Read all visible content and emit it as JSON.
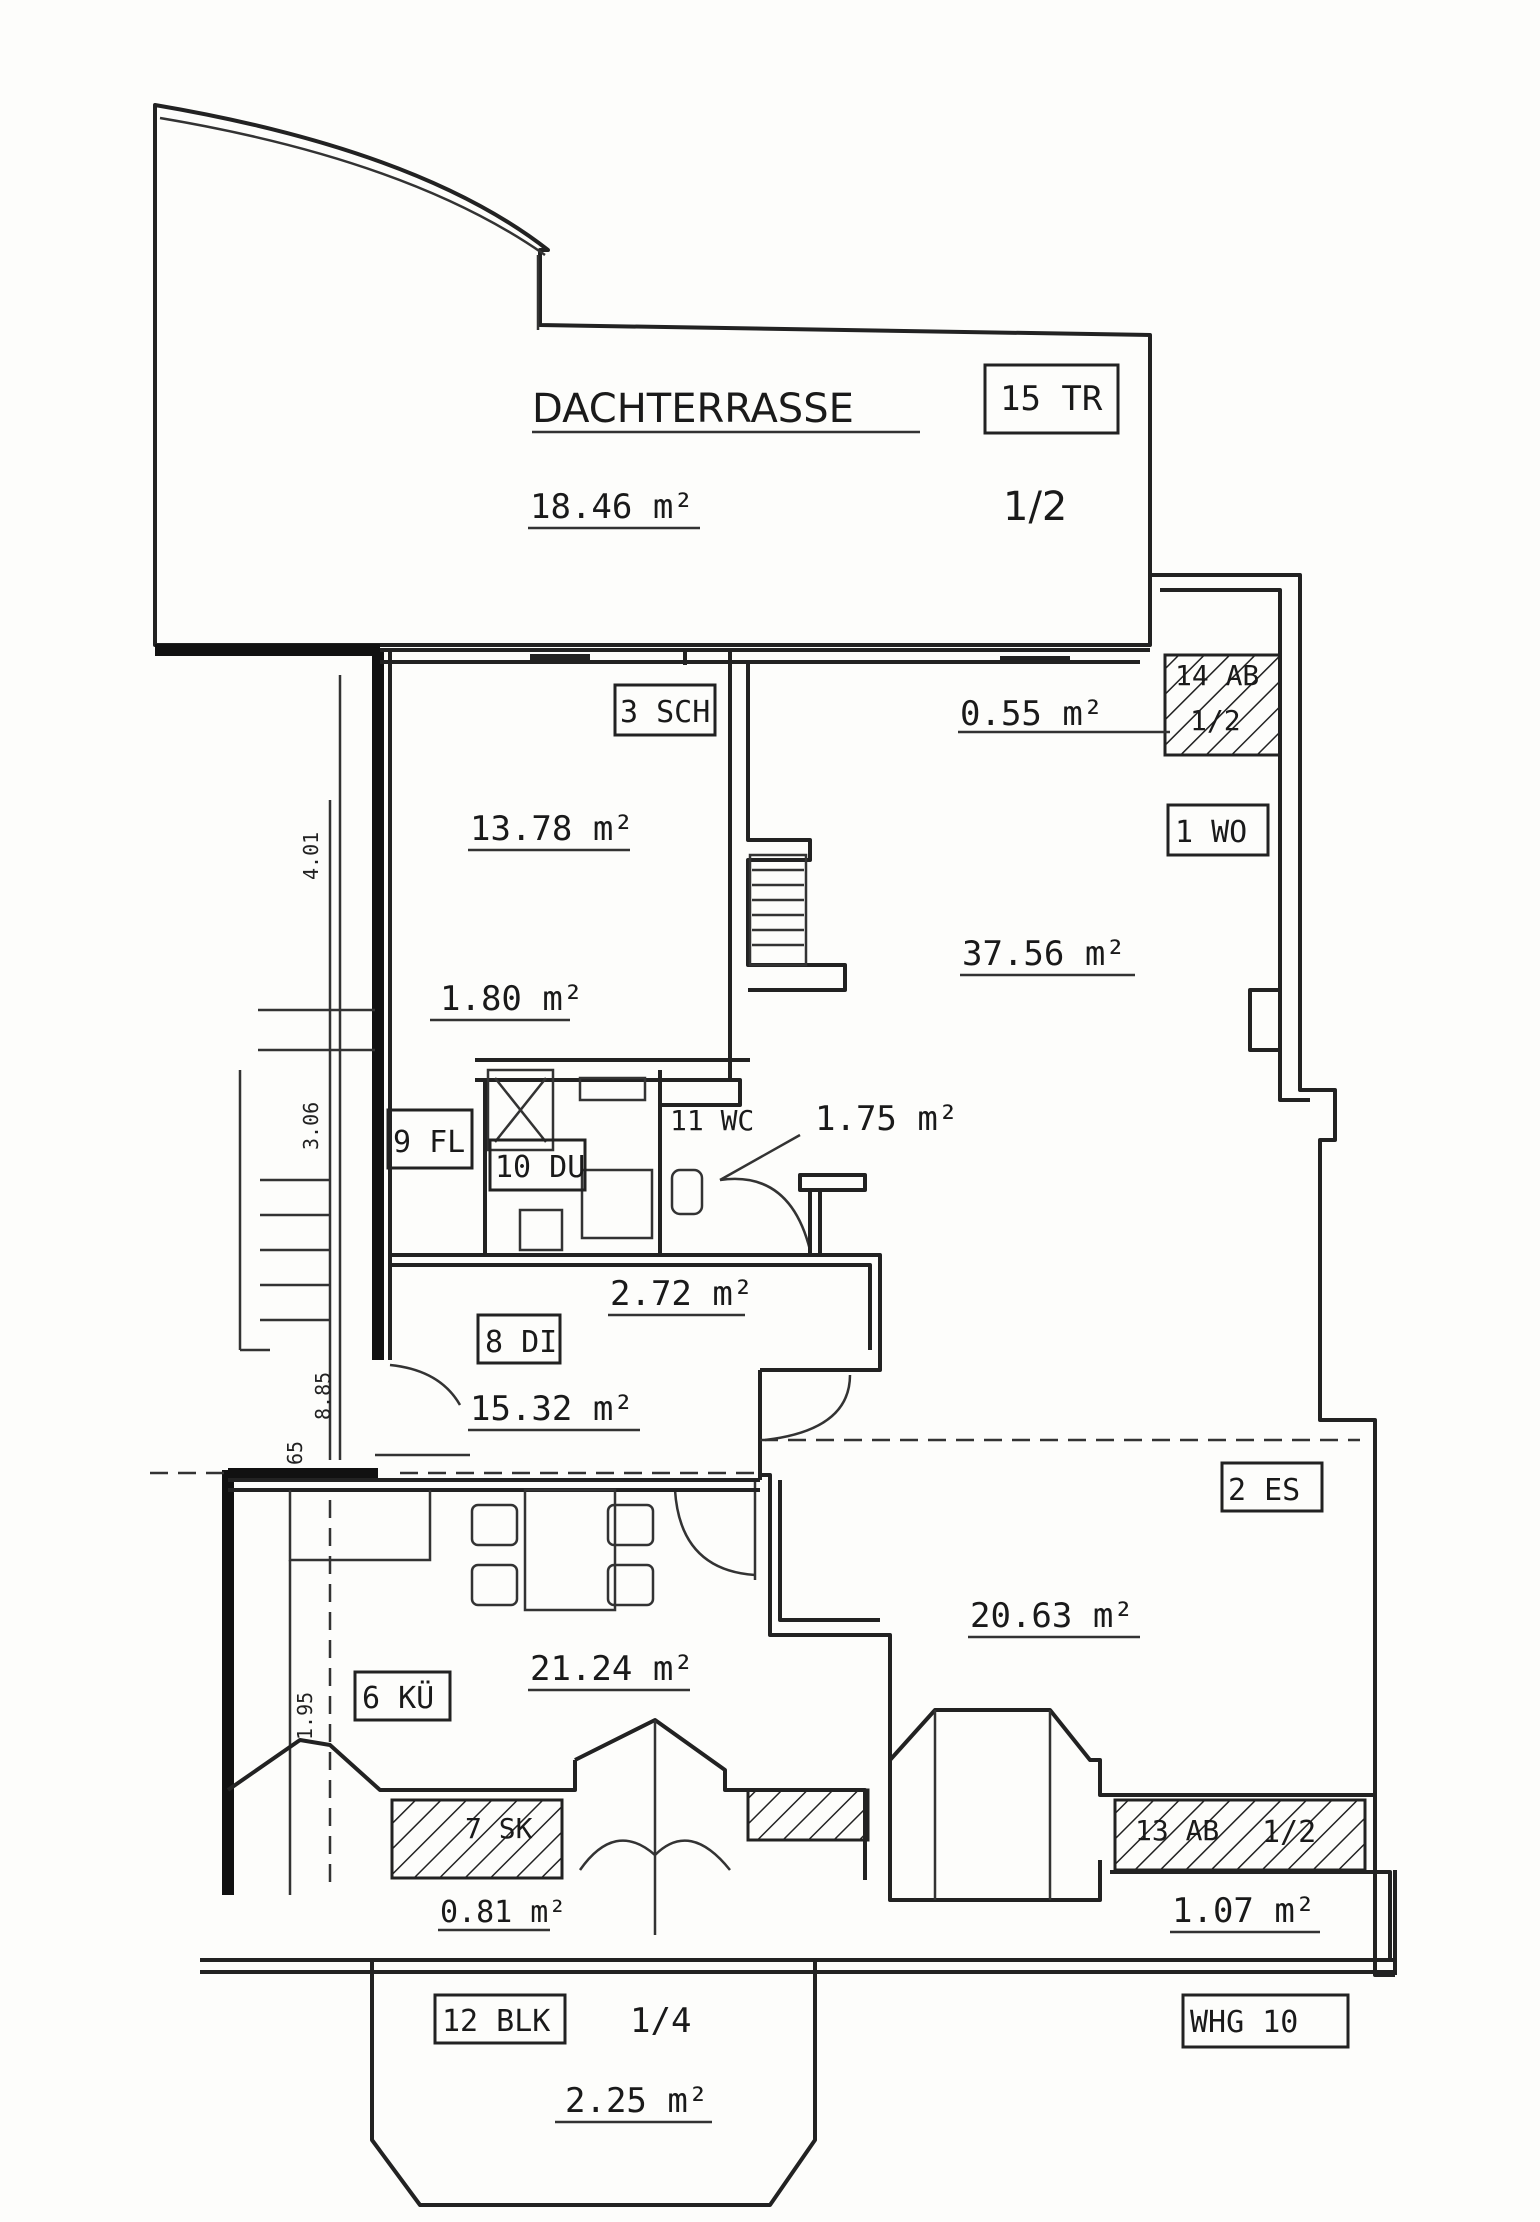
{
  "rooms": {
    "tr": {
      "tag": "15  TR",
      "name": "DACHTERRASSE",
      "area": "18.46 m²",
      "share": "1/2"
    },
    "ab14": {
      "tag": "14 AB",
      "area": "0.55 m²",
      "share": "1/2"
    },
    "sch": {
      "tag": "3 SCH",
      "area": "13.78 m²"
    },
    "wo": {
      "tag": "1 WO",
      "area": "37.56 m²"
    },
    "fl": {
      "tag": "9 FL",
      "area": "1.80 m²"
    },
    "du": {
      "tag": "10 DU"
    },
    "wc": {
      "tag": "11 WC",
      "area": "1.75 m²"
    },
    "di": {
      "tag": "8 DI",
      "area": "15.32 m²",
      "area2": "2.72 m²"
    },
    "es": {
      "tag": "2  ES",
      "area": "20.63 m²"
    },
    "ku": {
      "tag": "6 KÜ",
      "area": "21.24 m²"
    },
    "sk": {
      "tag": "7 SK",
      "area": "0.81 m²"
    },
    "ab13": {
      "tag": "13 AB",
      "area": "1.07 m²",
      "share": "1/2"
    },
    "blk": {
      "tag": "12 BLK",
      "area": "2.25 m²",
      "share": "1/4"
    }
  },
  "unit_tag": "WHG  10",
  "dims": {
    "d1": "4.01",
    "d2": "3.06",
    "d3": "8.85",
    "d4": "65",
    "d5": "1.95"
  }
}
